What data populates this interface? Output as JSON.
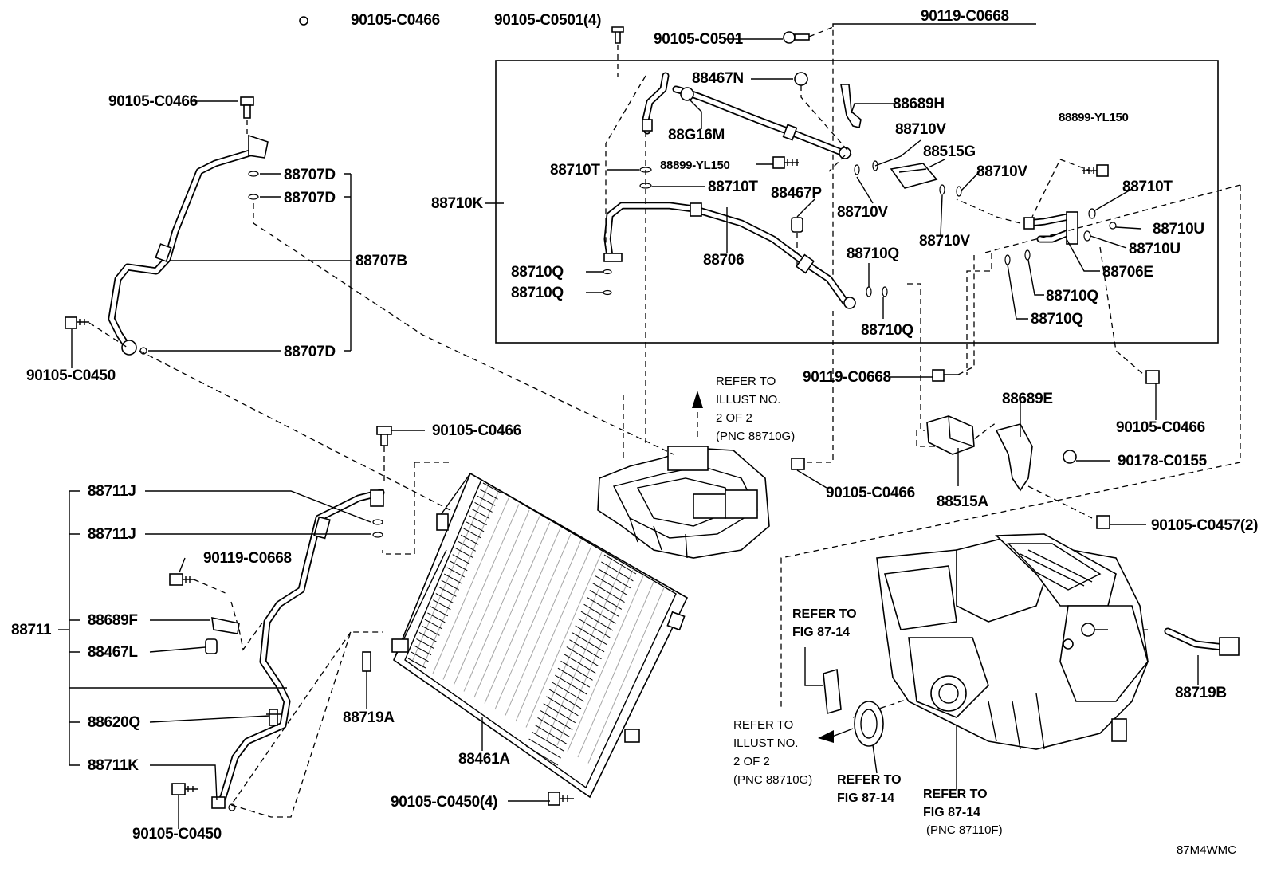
{
  "diagram_code": "87M4WMC",
  "callouts": {
    "c1": "90105-C0466",
    "c2": "90105-C0466",
    "c3": "90105-C0501(4)",
    "c4": "90119-C0668",
    "c5": "90105-C0501",
    "c6": "88467N",
    "c7": "88689H",
    "c8": "88G16M",
    "c9": "88710V",
    "c10": "88515G",
    "c11": "88899-YL150",
    "c12": "88899-YL150",
    "c13": "88710T",
    "c14": "88710T",
    "c15": "88710T",
    "c16": "88710V",
    "c17": "88710V",
    "c18": "88710V",
    "c19": "88467P",
    "c20": "88710K",
    "c21": "88710U",
    "c22": "88710U",
    "c23": "88706E",
    "c24": "88706",
    "c25": "88710Q",
    "c26": "88710Q",
    "c27": "88710Q",
    "c28": "88710Q",
    "c29": "88710Q",
    "c30": "88710Q",
    "c31": "88707D",
    "c32": "88707D",
    "c33": "88707D",
    "c34": "88707B",
    "c35": "90105-C0450",
    "c36": "90119-C0668",
    "c37": "90105-C0466",
    "c38": "88689E",
    "c39": "90178-C0155",
    "c40": "88515A",
    "c41": "90105-C0466",
    "c42": "90105-C0457(2)",
    "c43": "90105-C0466",
    "c44": "88711J",
    "c45": "88711J",
    "c46": "90119-C0668",
    "c47": "88711",
    "c48": "88689F",
    "c49": "88467L",
    "c50": "88620Q",
    "c51": "88719A",
    "c52": "88711K",
    "c53": "90105-C0450",
    "c54": "88461A",
    "c55": "90105-C0450(4)",
    "c56": "88719B"
  },
  "notes": {
    "n1": [
      "REFER TO",
      "ILLUST NO.",
      "2 OF 2",
      "(PNC 88710G)"
    ],
    "n2": [
      "REFER TO",
      "FIG 87-14"
    ],
    "n3": [
      "REFER TO",
      "ILLUST NO.",
      "2 OF 2",
      "(PNC 88710G)"
    ],
    "n4": [
      "REFER TO",
      "FIG 87-14"
    ],
    "n5": [
      "REFER TO",
      "FIG 87-14",
      "(PNC 87110F)"
    ]
  },
  "colors": {
    "ink": "#000000",
    "paper": "#ffffff"
  }
}
